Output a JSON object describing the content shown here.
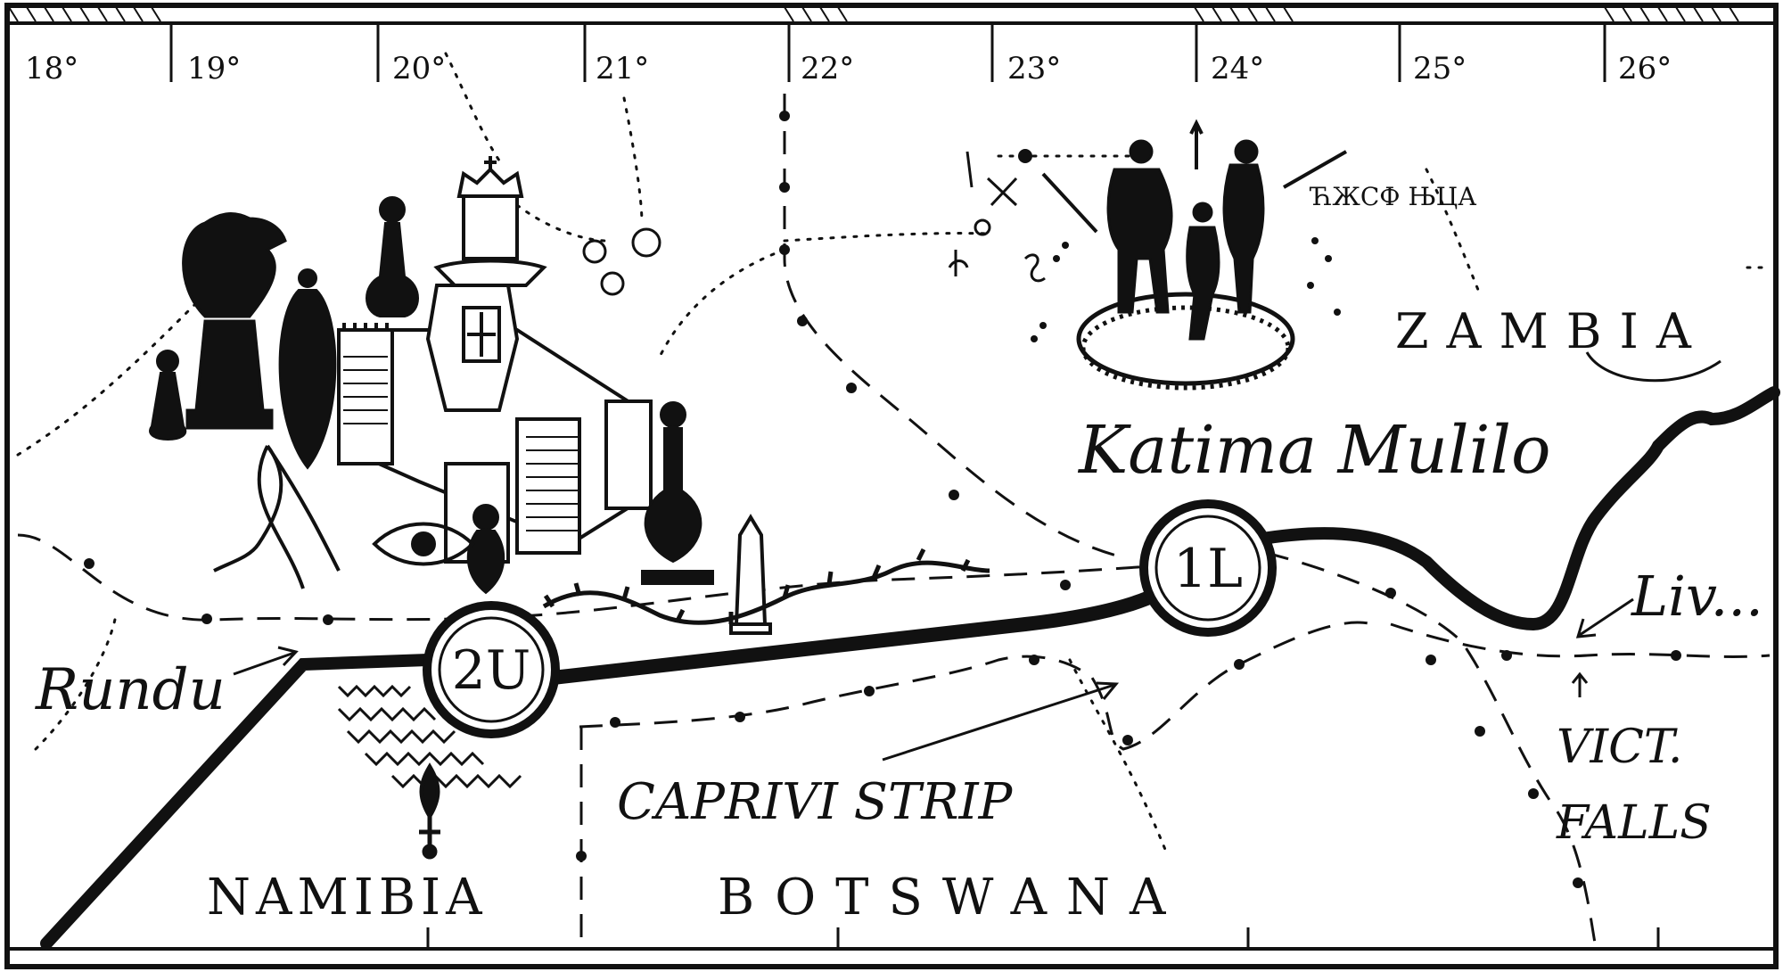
{
  "map": {
    "longitude_labels": [
      "18°",
      "19°",
      "20°",
      "21°",
      "22°",
      "23°",
      "24°",
      "25°",
      "26°"
    ],
    "countries": {
      "namibia": "NAMIBIA",
      "botswana": "BOTSWANA",
      "zambia": "ZAMBIA"
    },
    "places": {
      "katima": "Katima Mulilo",
      "rundu": "Rundu",
      "livingstone": "Liv...",
      "falls_line1": "VICT.",
      "falls_line2": "FALLS"
    },
    "region": "CAPRIVI STRIP",
    "markers": {
      "first": "1L",
      "second": "2U"
    },
    "cyrillic_glyphs": "ЋЖСФ ЊЦА",
    "colors": {
      "ink": "#111111",
      "paper": "#ffffff"
    }
  }
}
